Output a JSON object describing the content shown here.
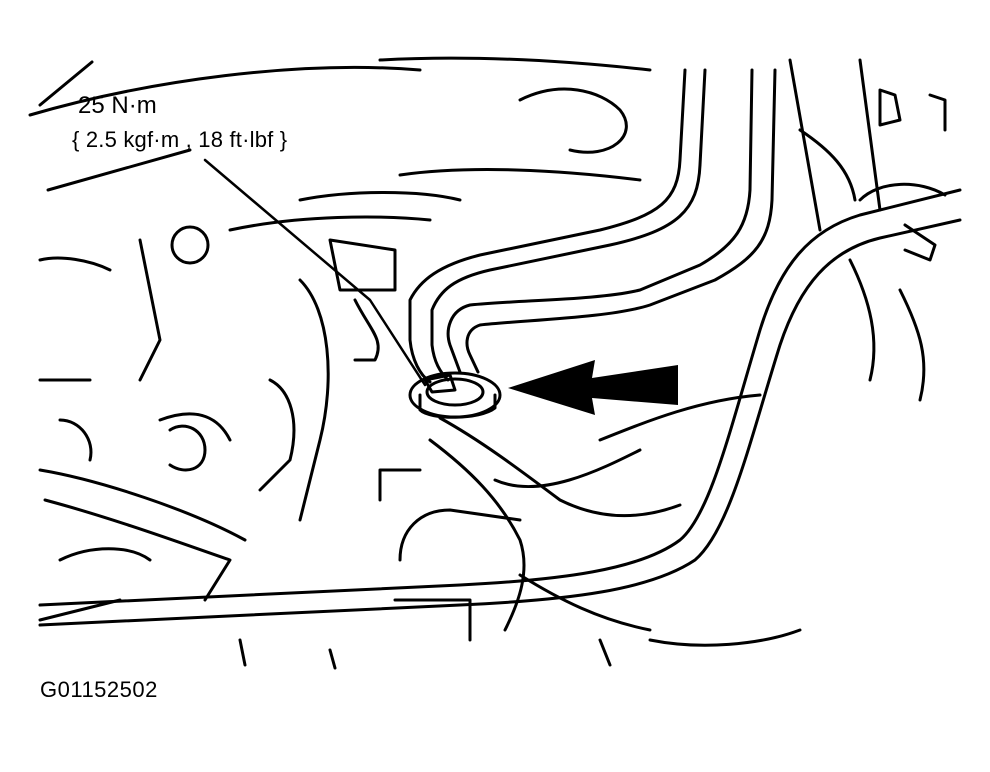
{
  "callout": {
    "torque_primary": "25 N·m",
    "torque_secondary": "{ 2.5 kgf·m , 18 ft·lbf }"
  },
  "figure_code": "G01152502",
  "colors": {
    "ink": "#000000",
    "paper": "#ffffff"
  }
}
